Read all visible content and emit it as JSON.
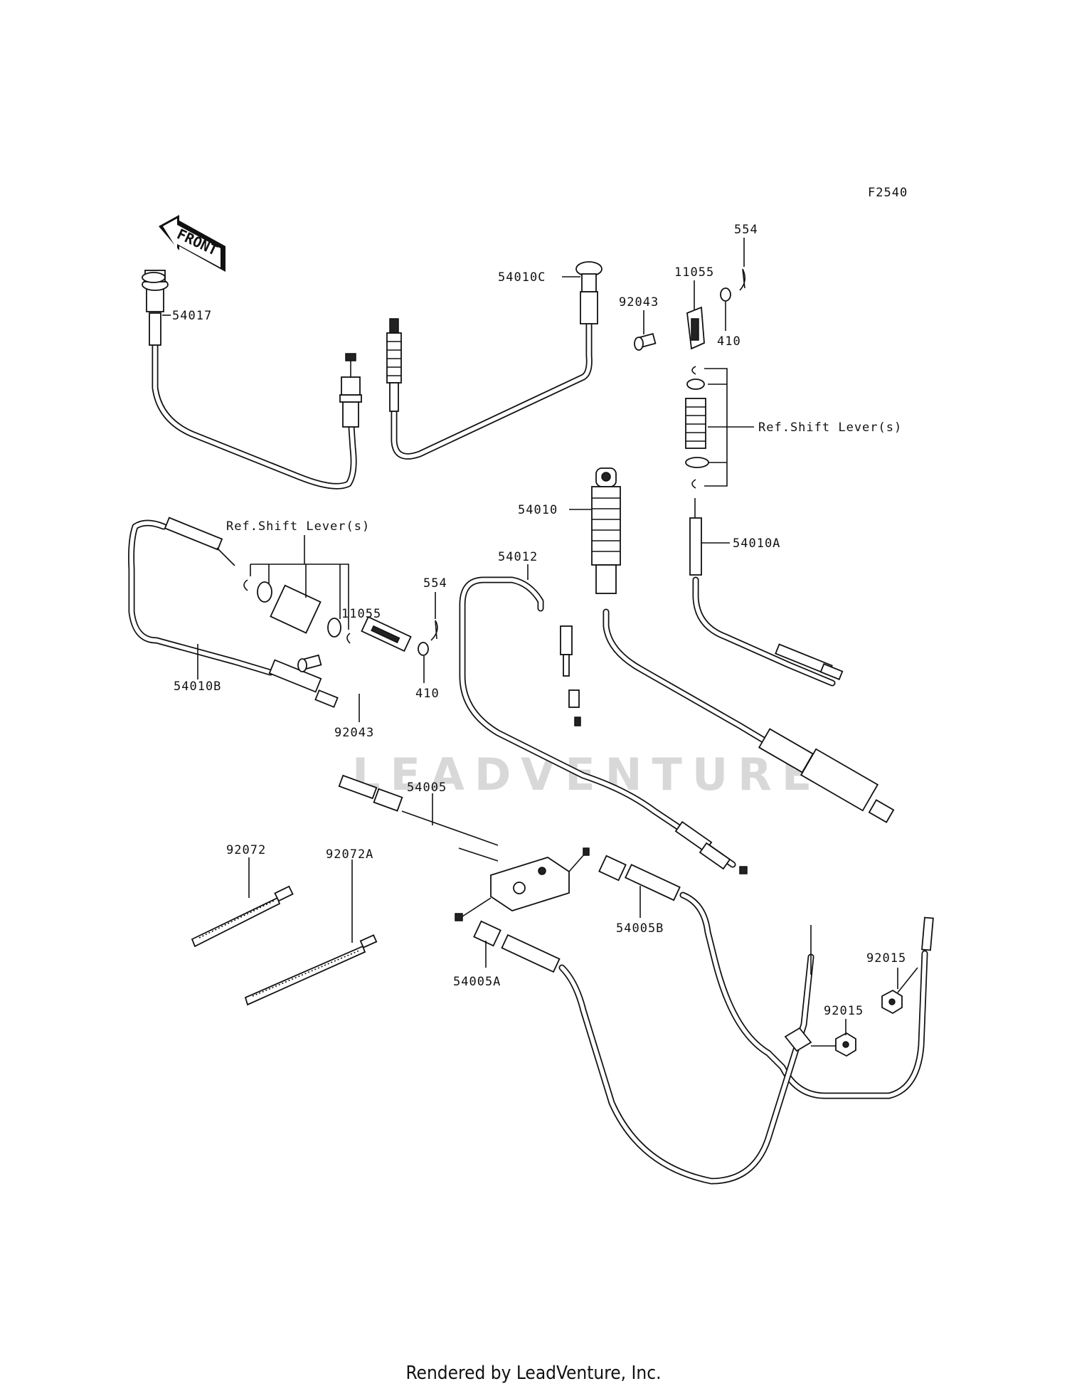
{
  "diagram_code": "F2540",
  "front_label": "FRONT",
  "footer": "Rendered by LeadVenture, Inc.",
  "watermark": "LEADVENTURE",
  "ref_note": "Ref.Shift Lever(s)",
  "labels": {
    "p54017": "54017",
    "p54010C": "54010C",
    "p554_top": "554",
    "p11055_top": "11055",
    "p92043_top": "92043",
    "p410_top": "410",
    "p54010": "54010",
    "p54010A": "54010A",
    "p54012": "54012",
    "p554_mid": "554",
    "p11055_mid": "11055",
    "p410_mid": "410",
    "p92043_mid": "92043",
    "p54010B": "54010B",
    "p54005": "54005",
    "p92072": "92072",
    "p92072A": "92072A",
    "p54005B": "54005B",
    "p54005A": "54005A",
    "p92015_a": "92015",
    "p92015_b": "92015"
  }
}
